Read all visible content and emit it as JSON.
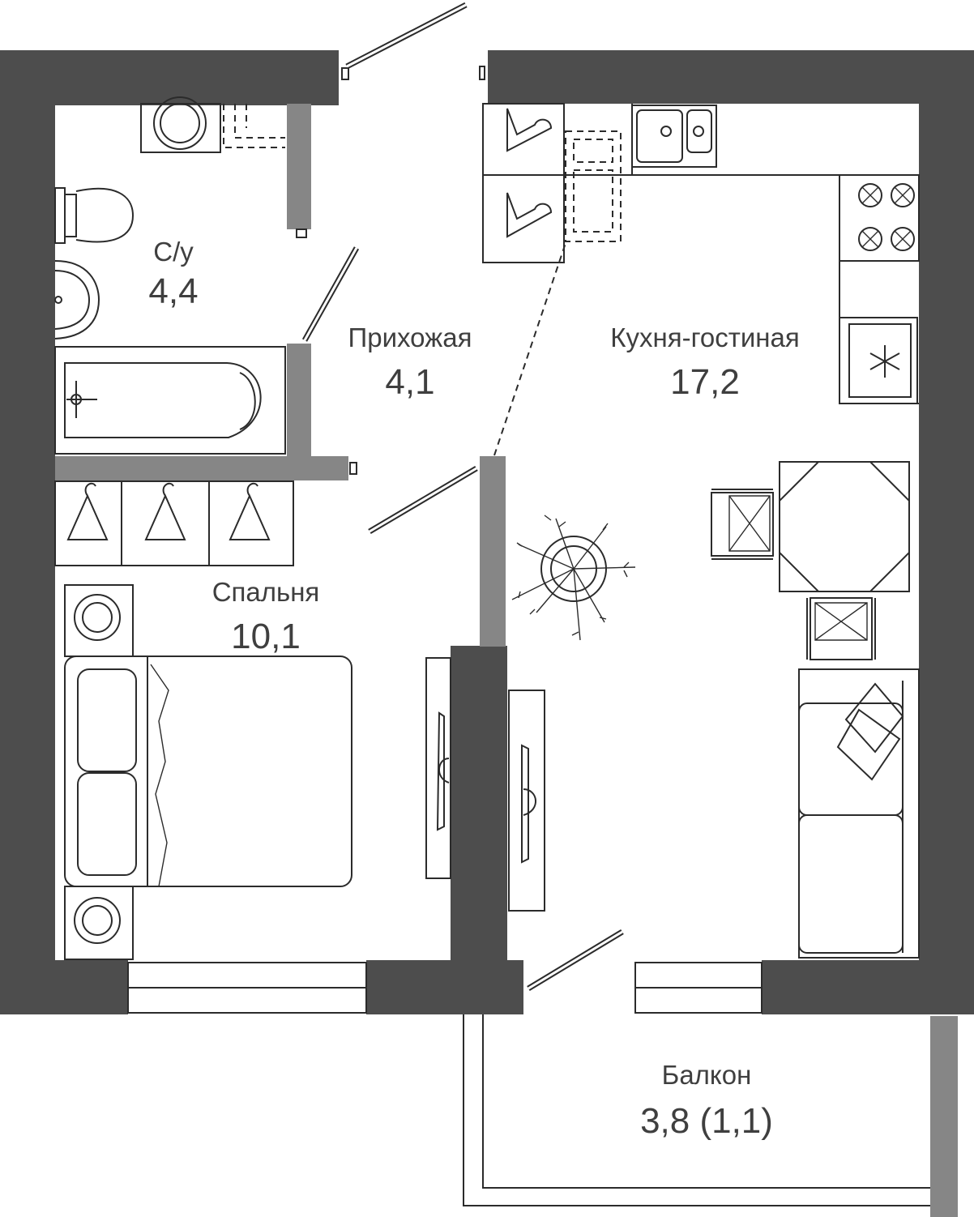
{
  "rooms": {
    "bathroom": {
      "name": "С/у",
      "area": "4,4"
    },
    "hallway": {
      "name": "Прихожая",
      "area": "4,1"
    },
    "kitchen_living": {
      "name": "Кухня-гостиная",
      "area": "17,2"
    },
    "bedroom": {
      "name": "Спальня",
      "area": "10,1"
    },
    "balcony": {
      "name": "Балкон",
      "area": "3,8 (1,1)"
    }
  },
  "colors": {
    "wall": "#4d4d4d",
    "partition": "#868686",
    "line": "#2b2b2b",
    "text": "#3f3f3f",
    "background": "#ffffff"
  },
  "icons": [
    "toilet-icon",
    "sink-icon",
    "bathtub-icon",
    "washing-machine-icon",
    "hob-icon",
    "fridge-icon",
    "snowflake-icon",
    "hanger-icon",
    "plant-icon",
    "bed-icon",
    "sofa-icon",
    "dining-table-icon",
    "chair-icon",
    "tv-icon"
  ]
}
